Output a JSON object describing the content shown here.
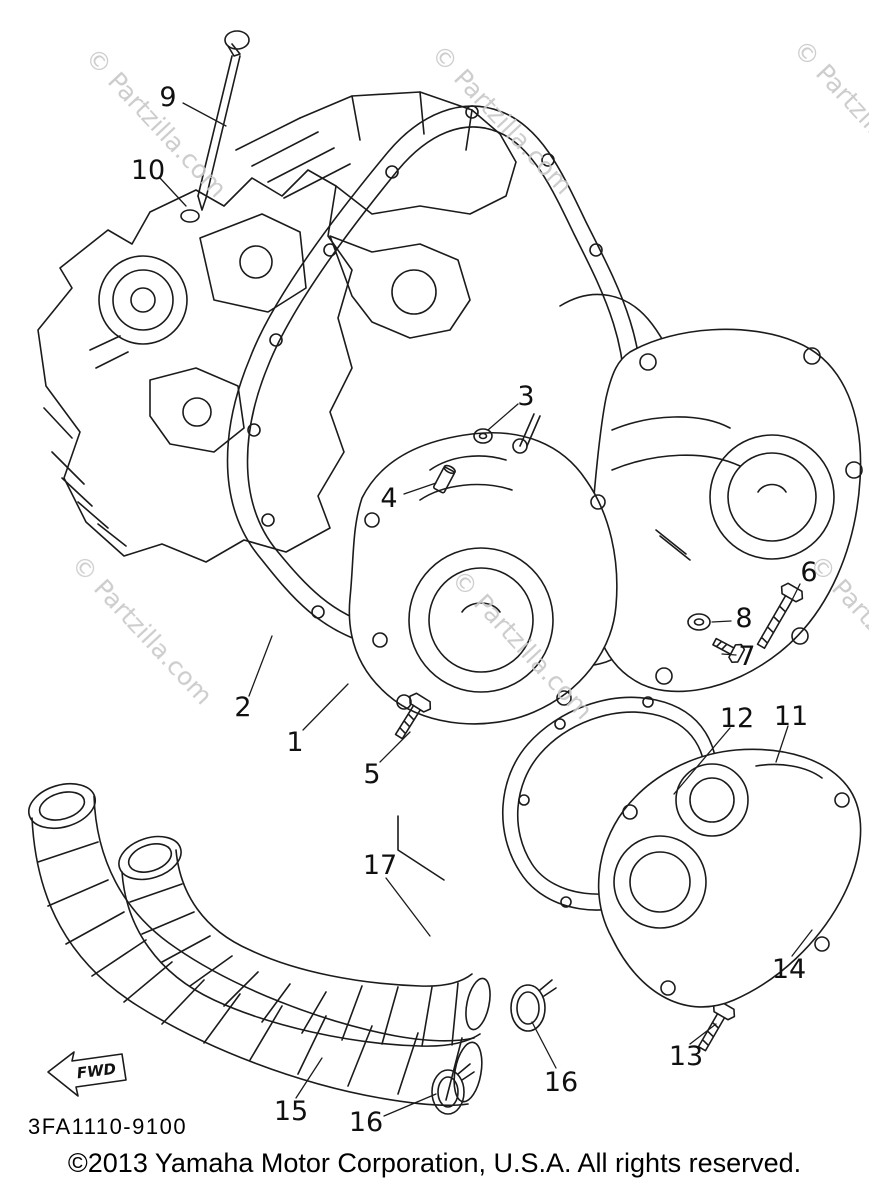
{
  "watermark": {
    "text": "© Partzilla.com"
  },
  "diagram": {
    "code": "3FA1110-9100",
    "copyright": "©2013 Yamaha Motor Corporation, U.S.A. All rights reserved.",
    "fwd_label": "FWD"
  },
  "callouts": [
    {
      "label": "1"
    },
    {
      "label": "2"
    },
    {
      "label": "3"
    },
    {
      "label": "4"
    },
    {
      "label": "5"
    },
    {
      "label": "6"
    },
    {
      "label": "7"
    },
    {
      "label": "8"
    },
    {
      "label": "9"
    },
    {
      "label": "10"
    },
    {
      "label": "11"
    },
    {
      "label": "12"
    },
    {
      "label": "13"
    },
    {
      "label": "14"
    },
    {
      "label": "15"
    },
    {
      "label": "16"
    },
    {
      "label": "16"
    },
    {
      "label": "17"
    }
  ],
  "colors": {
    "line": "#1b1b1b",
    "watermark": "#c8c8c8",
    "text": "#000000",
    "background": "#ffffff"
  }
}
